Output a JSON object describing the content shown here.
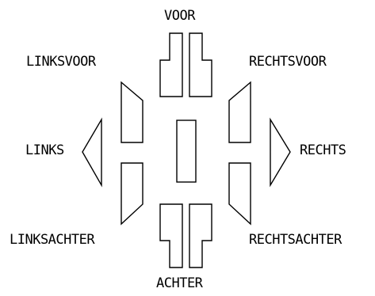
{
  "labels": {
    "voor": "VOOR",
    "linksvoor": "LINKSVOOR",
    "rechtsvoor": "RECHTSVOOR",
    "links": "LINKS",
    "rechts": "RECHTS",
    "linksachter": "LINKSACHTER",
    "rechtsachter": "RECHTSACHTER",
    "achter": "ACHTER"
  },
  "colors": {
    "stroke": "#000000",
    "background": "#ffffff"
  }
}
